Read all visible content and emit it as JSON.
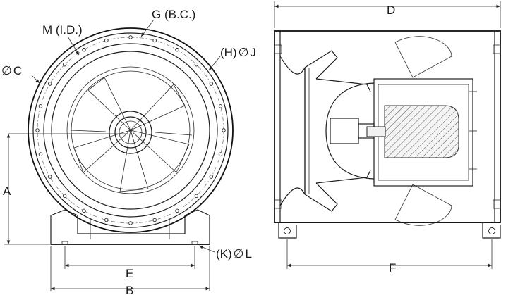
{
  "labels": {
    "a": "A",
    "b": "B",
    "c": "C",
    "d": "D",
    "e": "E",
    "f": "F",
    "g_bc": "G (B.C.)",
    "h_j": "(H)",
    "j": "J",
    "k_l": "(K)",
    "l": "L",
    "m_id": "M (I.D.)"
  },
  "symbols": {
    "diameter": "∅"
  },
  "colors": {
    "line": "#1e1e1e",
    "background": "#ffffff",
    "hatch": "#555555"
  }
}
